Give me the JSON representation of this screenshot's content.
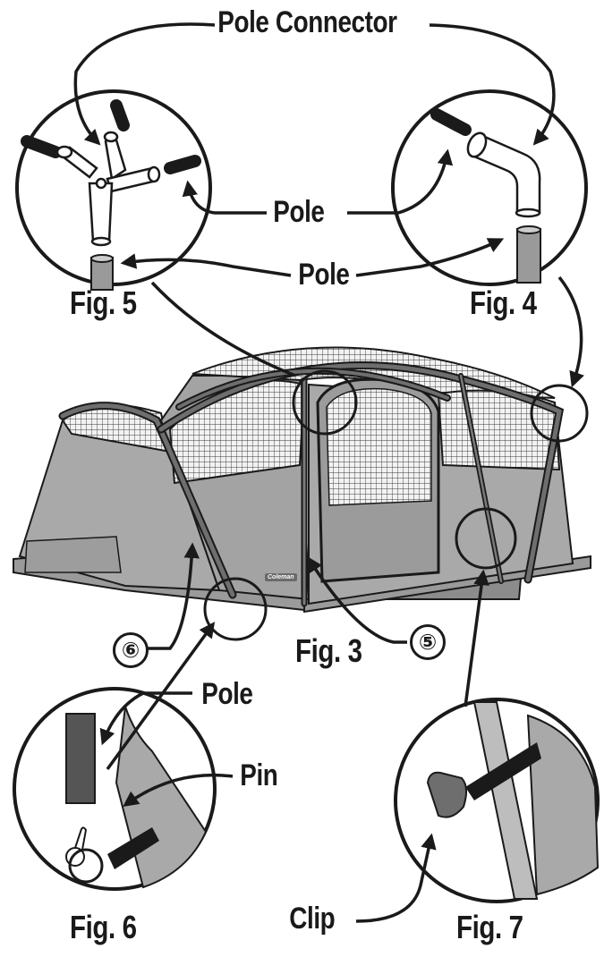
{
  "labels": {
    "pole_connector": "Pole Connector",
    "pole_upper": "Pole",
    "pole_lower": "Pole",
    "pole_fig6": "Pole",
    "pin": "Pin",
    "clip": "Clip"
  },
  "figures": {
    "fig3": "Fig. 3",
    "fig4": "Fig. 4",
    "fig5": "Fig. 5",
    "fig6": "Fig. 6",
    "fig7": "Fig. 7"
  },
  "callouts": {
    "five": "⑤",
    "six": "⑥"
  },
  "brand": "Coleman",
  "colors": {
    "ink": "#1a1a1a",
    "fabric": "#a9a9a9",
    "fabric_dark": "#8c8c8c",
    "pole": "#666666",
    "mesh": "#3a3a3a"
  }
}
